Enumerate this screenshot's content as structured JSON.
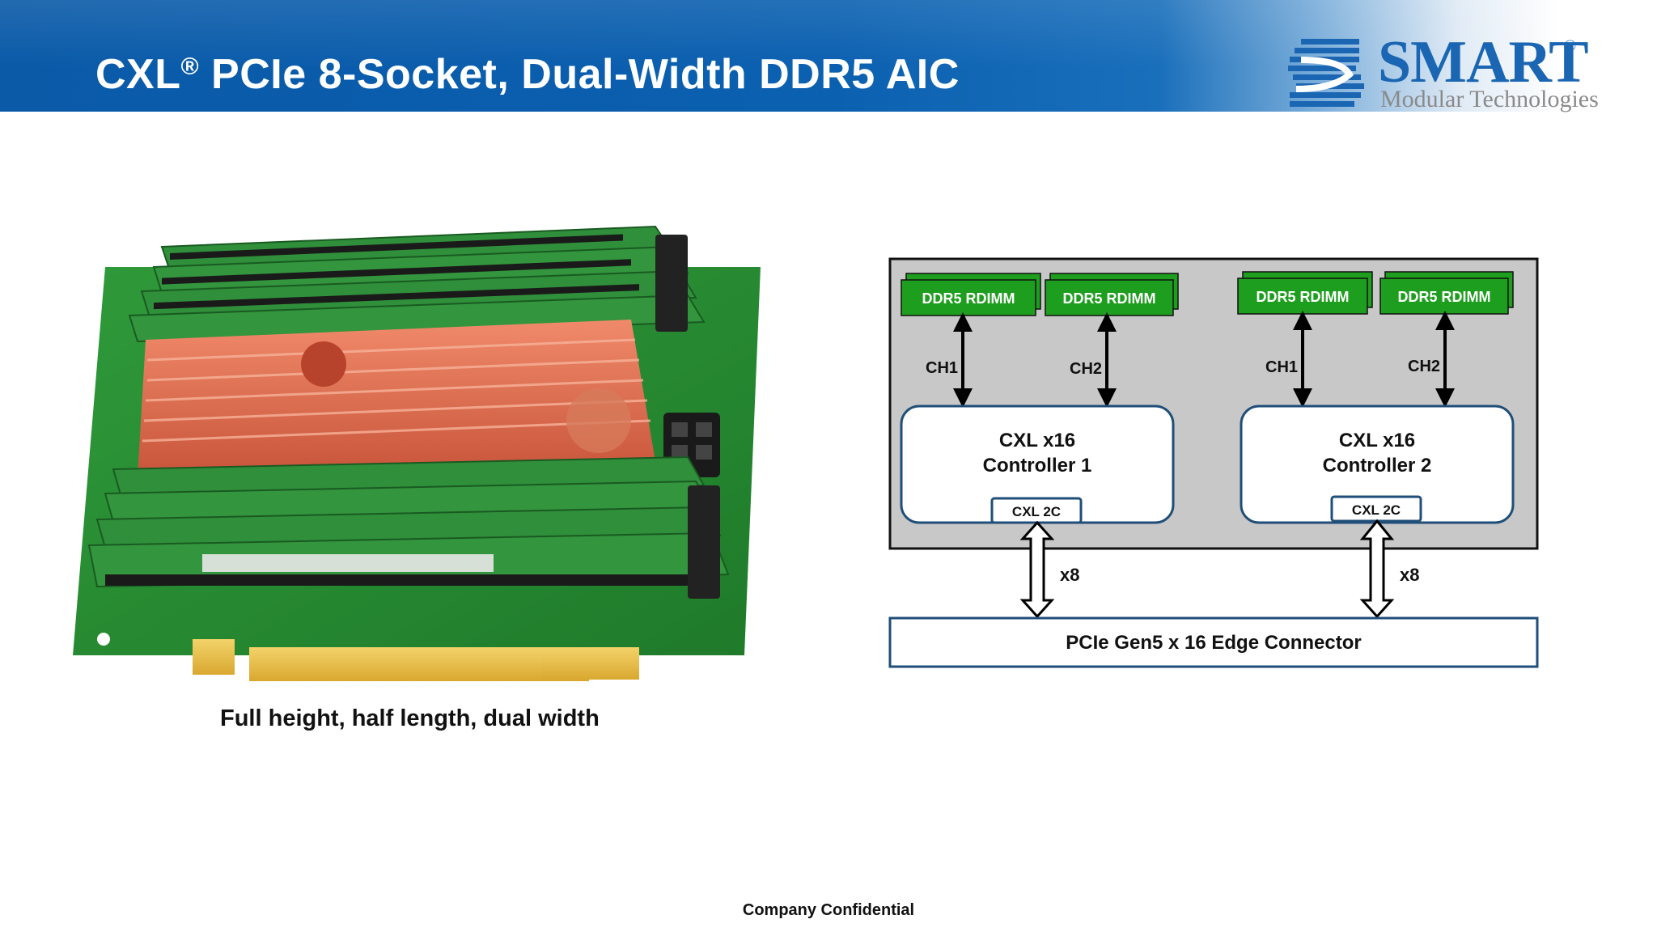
{
  "header": {
    "title_cxl": "CXL",
    "title_reg": "®",
    "title_rest": " PCIe 8-Socket, Dual-Width DDR5 AIC"
  },
  "logo": {
    "name": "SMART",
    "reg": "®",
    "subtitle": "Modular Technologies",
    "brand_color": "#1a66b3"
  },
  "photo": {
    "caption": "Full height, half length, dual width"
  },
  "diagram": {
    "controllers": [
      {
        "rdimm_labels": [
          "DDR5 RDIMM",
          "DDR5 RDIMM"
        ],
        "channels": [
          "CH1",
          "CH2"
        ],
        "name_line1": "CXL x16",
        "name_line2": "Controller 1",
        "port": "CXL 2C",
        "link": "x8"
      },
      {
        "rdimm_labels": [
          "DDR5 RDIMM",
          "DDR5 RDIMM"
        ],
        "channels": [
          "CH1",
          "CH2"
        ],
        "name_line1": "CXL x16",
        "name_line2": "Controller 2",
        "port": "CXL 2C",
        "link": "x8"
      }
    ],
    "edge_connector": "PCIe Gen5 x 16 Edge Connector",
    "colors": {
      "rdimm_green": "#1e9e1e",
      "enclosure_gray": "#c8c8c8",
      "outline_blue": "#1f4e79"
    }
  },
  "footer": {
    "text": "Company Confidential"
  }
}
